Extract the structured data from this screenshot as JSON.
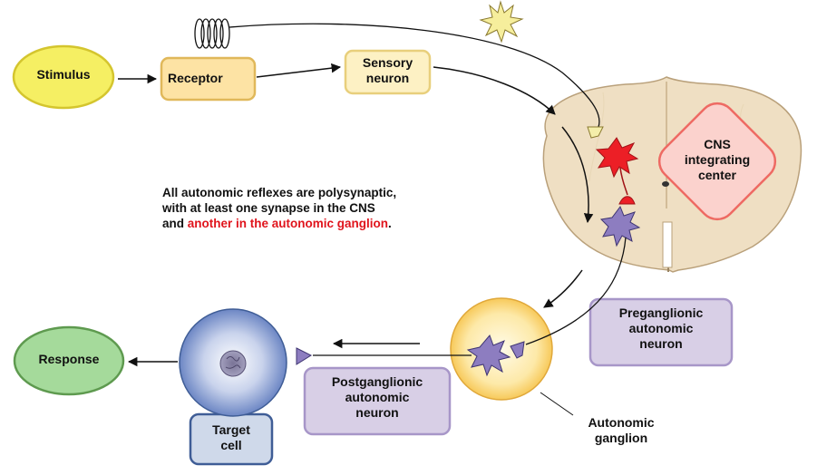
{
  "nodes": {
    "stimulus": "Stimulus",
    "receptor": "Receptor",
    "sensory_neuron_1": "Sensory",
    "sensory_neuron_2": "neuron",
    "cns_1": "CNS",
    "cns_2": "integrating",
    "cns_3": "center",
    "preganglionic_1": "Preganglionic",
    "preganglionic_2": "autonomic",
    "preganglionic_3": "neuron",
    "postganglionic_1": "Postganglionic",
    "postganglionic_2": "autonomic",
    "postganglionic_3": "neuron",
    "target_1": "Target",
    "target_2": "cell",
    "response": "Response",
    "ganglion_1": "Autonomic",
    "ganglion_2": "ganglion"
  },
  "note": {
    "line1": "All autonomic reflexes are polysynaptic,",
    "line2": "with at least one synapse in the CNS",
    "line3_prefix": "and ",
    "line3_highlight": "another in the autonomic ganglion",
    "line3_suffix": "."
  },
  "colors": {
    "stimulus_fill": "#f5ef63",
    "receptor_fill": "#fde3a4",
    "sensory_fill": "#fdf1c4",
    "cns_fill": "#fbd2cd",
    "cns_stroke": "#ee6a63",
    "neuron_box_fill": "#d8cfe6",
    "neuron_box_stroke": "#a796c8",
    "target_fill": "#cfd9ea",
    "target_stroke": "#3f5d96",
    "response_fill": "#a5da9b",
    "response_stroke": "#5e9a4f",
    "spinal_cord": "#efdfc3",
    "ganglion_fill": "#fce7a0",
    "highlight_text": "#e0141c",
    "red_neuron": "#ec1f26",
    "purple_neuron": "#8d7dc0"
  }
}
